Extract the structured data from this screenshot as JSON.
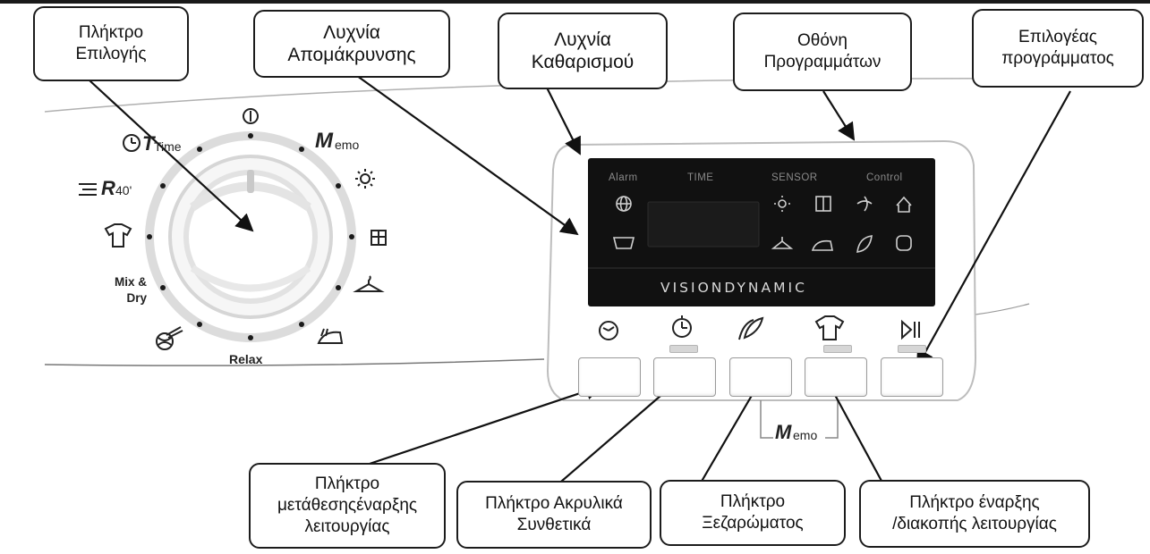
{
  "callouts": {
    "selector_button": [
      "Πλήκτρο",
      "Επιλογής"
    ],
    "removal_lamp": [
      "Λυχνία",
      "Απομάκρυνσης"
    ],
    "cleaning_lamp": [
      "Λυχνία",
      "Καθαρισμού"
    ],
    "program_display": [
      "Οθόνη",
      "Προγραμμάτων"
    ],
    "program_selector": [
      "Επιλογέας",
      "προγράμματος"
    ],
    "delay_start_button": [
      "Πλήκτρο",
      "μετάθεσηςέναρξης",
      "λειτουργίας"
    ],
    "acrylic_button": [
      "Πλήκτρο Ακρυλικά",
      "Συνθετικά"
    ],
    "crease_button": [
      "Πλήκτρο",
      "Ξεζαρώματος"
    ],
    "start_pause_button": [
      "Πλήκτρο έναρξης",
      "/διακοπής λειτουργίας"
    ]
  },
  "dial": {
    "labels": {
      "time": "Time",
      "time_prefix": "T",
      "memo_prefix": "M",
      "memo": "emo",
      "r40": "40'",
      "r40_prefix": "R",
      "mix_dry_1": "Mix &",
      "mix_dry_2": "Dry",
      "relax": "Relax"
    },
    "icons": [
      "power-icon",
      "clock-icon",
      "sun-icon",
      "cupboard-icon",
      "hanger-icon",
      "iron-icon",
      "wool-icon",
      "shirt-icon",
      "rapid-icon"
    ]
  },
  "display": {
    "labels": [
      "Alarm",
      "TIME",
      "SENSOR",
      "Control"
    ],
    "brand": "VISIONDYNAMIC",
    "icons": [
      "globe-icon",
      "tub-icon",
      "sun-icon",
      "cupboard-icon",
      "fan-icon",
      "house-icon",
      "hanger-icon",
      "iron-icon",
      "leaf-icon",
      "drum-icon"
    ]
  },
  "buttons": {
    "icons": [
      "timer-icon",
      "delay-icon",
      "feather-icon",
      "shirt-icon",
      "play-pause-icon"
    ],
    "memo_prefix": "M",
    "memo": "emo"
  },
  "colors": {
    "ink": "#1c1c1c",
    "panel": "#111111",
    "dial_ring": "#d0d0d0"
  }
}
